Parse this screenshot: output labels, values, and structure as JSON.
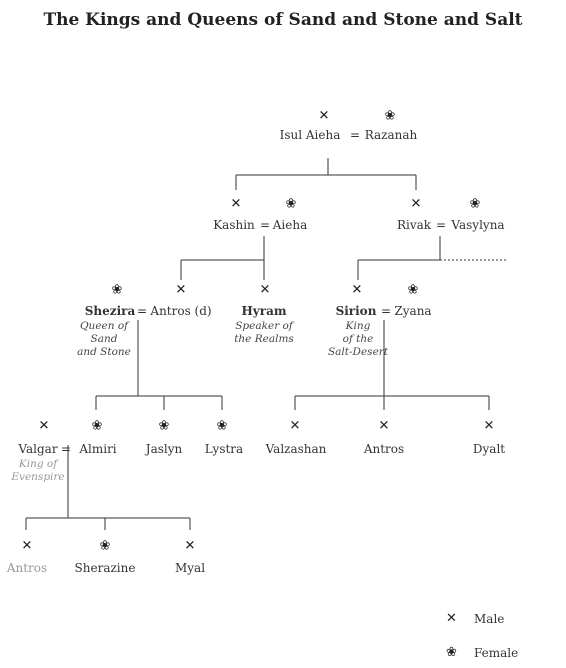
{
  "title": "The Kings and Queens of Sand and Stone and Salt",
  "people": {
    "isul_aieha": "Isul Aieha",
    "razanah": "Razanah",
    "kashin": "Kashin",
    "aieha": "Aieha",
    "rivak": "Rivak",
    "vasylyna": "Vasylyna",
    "shezira": "Shezira",
    "antros_d": "Antros (d)",
    "hyram": "Hyram",
    "sirion": "Sirion",
    "zyana": "Zyana",
    "valgar": "Valgar",
    "almiri": "Almiri",
    "jaslyn": "Jaslyn",
    "lystra": "Lystra",
    "valzashan": "Valzashan",
    "antros": "Antros",
    "dyalt": "Dyalt",
    "antros_child": "Antros",
    "sherazine": "Sherazine",
    "myal": "Myal"
  },
  "roles": {
    "shezira": [
      "Queen of",
      "Sand",
      "and Stone"
    ],
    "hyram": [
      "Speaker of",
      "the Realms"
    ],
    "sirion": [
      "King",
      "of the",
      "Salt-Desert"
    ],
    "valgar": [
      "King of",
      "Evenspire"
    ]
  },
  "marriage_symbol": "=",
  "legend": {
    "male": "Male",
    "female": "Female"
  },
  "symbols": {
    "male": "✕",
    "female": "❀"
  }
}
